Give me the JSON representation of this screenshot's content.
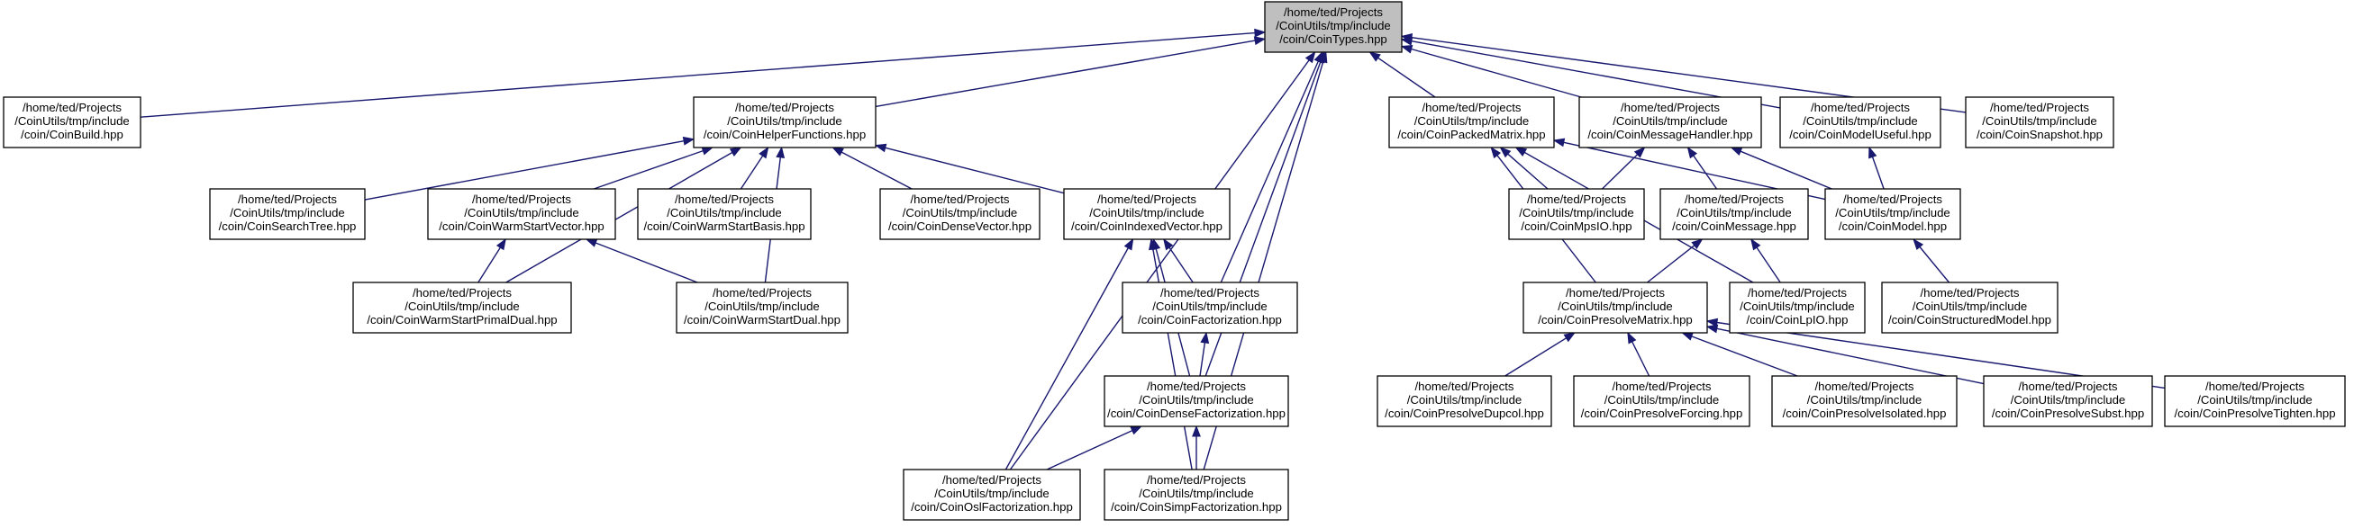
{
  "colors": {
    "edge": "#191970",
    "root_fill": "#bfbfbf",
    "node_fill": "#ffffff",
    "node_border": "#000000"
  },
  "nodes": {
    "CoinTypes": [
      "/home/ted/Projects",
      "/CoinUtils/tmp/include",
      "/coin/CoinTypes.hpp"
    ],
    "CoinBuild": [
      "/home/ted/Projects",
      "/CoinUtils/tmp/include",
      "/coin/CoinBuild.hpp"
    ],
    "CoinHelperFunctions": [
      "/home/ted/Projects",
      "/CoinUtils/tmp/include",
      "/coin/CoinHelperFunctions.hpp"
    ],
    "CoinPackedMatrix": [
      "/home/ted/Projects",
      "/CoinUtils/tmp/include",
      "/coin/CoinPackedMatrix.hpp"
    ],
    "CoinMessageHandler": [
      "/home/ted/Projects",
      "/CoinUtils/tmp/include",
      "/coin/CoinMessageHandler.hpp"
    ],
    "CoinModelUseful": [
      "/home/ted/Projects",
      "/CoinUtils/tmp/include",
      "/coin/CoinModelUseful.hpp"
    ],
    "CoinSnapshot": [
      "/home/ted/Projects",
      "/CoinUtils/tmp/include",
      "/coin/CoinSnapshot.hpp"
    ],
    "CoinSearchTree": [
      "/home/ted/Projects",
      "/CoinUtils/tmp/include",
      "/coin/CoinSearchTree.hpp"
    ],
    "CoinWarmStartVector": [
      "/home/ted/Projects",
      "/CoinUtils/tmp/include",
      "/coin/CoinWarmStartVector.hpp"
    ],
    "CoinWarmStartBasis": [
      "/home/ted/Projects",
      "/CoinUtils/tmp/include",
      "/coin/CoinWarmStartBasis.hpp"
    ],
    "CoinDenseVector": [
      "/home/ted/Projects",
      "/CoinUtils/tmp/include",
      "/coin/CoinDenseVector.hpp"
    ],
    "CoinIndexedVector": [
      "/home/ted/Projects",
      "/CoinUtils/tmp/include",
      "/coin/CoinIndexedVector.hpp"
    ],
    "CoinMpsIO": [
      "/home/ted/Projects",
      "/CoinUtils/tmp/include",
      "/coin/CoinMpsIO.hpp"
    ],
    "CoinMessage": [
      "/home/ted/Projects",
      "/CoinUtils/tmp/include",
      "/coin/CoinMessage.hpp"
    ],
    "CoinModel": [
      "/home/ted/Projects",
      "/CoinUtils/tmp/include",
      "/coin/CoinModel.hpp"
    ],
    "CoinWarmStartPrimalDual": [
      "/home/ted/Projects",
      "/CoinUtils/tmp/include",
      "/coin/CoinWarmStartPrimalDual.hpp"
    ],
    "CoinWarmStartDual": [
      "/home/ted/Projects",
      "/CoinUtils/tmp/include",
      "/coin/CoinWarmStartDual.hpp"
    ],
    "CoinFactorization": [
      "/home/ted/Projects",
      "/CoinUtils/tmp/include",
      "/coin/CoinFactorization.hpp"
    ],
    "CoinPresolveMatrix": [
      "/home/ted/Projects",
      "/CoinUtils/tmp/include",
      "/coin/CoinPresolveMatrix.hpp"
    ],
    "CoinLpIO": [
      "/home/ted/Projects",
      "/CoinUtils/tmp/include",
      "/coin/CoinLpIO.hpp"
    ],
    "CoinStructuredModel": [
      "/home/ted/Projects",
      "/CoinUtils/tmp/include",
      "/coin/CoinStructuredModel.hpp"
    ],
    "CoinDenseFactorization": [
      "/home/ted/Projects",
      "/CoinUtils/tmp/include",
      "/coin/CoinDenseFactorization.hpp"
    ],
    "CoinPresolveDupcol": [
      "/home/ted/Projects",
      "/CoinUtils/tmp/include",
      "/coin/CoinPresolveDupcol.hpp"
    ],
    "CoinPresolveForcing": [
      "/home/ted/Projects",
      "/CoinUtils/tmp/include",
      "/coin/CoinPresolveForcing.hpp"
    ],
    "CoinPresolveIsolated": [
      "/home/ted/Projects",
      "/CoinUtils/tmp/include",
      "/coin/CoinPresolveIsolated.hpp"
    ],
    "CoinPresolveSubst": [
      "/home/ted/Projects",
      "/CoinUtils/tmp/include",
      "/coin/CoinPresolveSubst.hpp"
    ],
    "CoinPresolveTighten": [
      "/home/ted/Projects",
      "/CoinUtils/tmp/include",
      "/coin/CoinPresolveTighten.hpp"
    ],
    "CoinOslFactorization": [
      "/home/ted/Projects",
      "/CoinUtils/tmp/include",
      "/coin/CoinOslFactorization.hpp"
    ],
    "CoinSimpFactorization": [
      "/home/ted/Projects",
      "/CoinUtils/tmp/include",
      "/coin/CoinSimpFactorization.hpp"
    ]
  },
  "edges": [
    [
      "CoinBuild",
      "CoinTypes"
    ],
    [
      "CoinHelperFunctions",
      "CoinTypes"
    ],
    [
      "CoinPackedMatrix",
      "CoinTypes"
    ],
    [
      "CoinMessageHandler",
      "CoinTypes"
    ],
    [
      "CoinModelUseful",
      "CoinTypes"
    ],
    [
      "CoinSnapshot",
      "CoinTypes"
    ],
    [
      "CoinFactorization",
      "CoinTypes"
    ],
    [
      "CoinDenseFactorization",
      "CoinTypes"
    ],
    [
      "CoinOslFactorization",
      "CoinTypes"
    ],
    [
      "CoinSimpFactorization",
      "CoinTypes"
    ],
    [
      "CoinSearchTree",
      "CoinHelperFunctions"
    ],
    [
      "CoinWarmStartVector",
      "CoinHelperFunctions"
    ],
    [
      "CoinWarmStartBasis",
      "CoinHelperFunctions"
    ],
    [
      "CoinDenseVector",
      "CoinHelperFunctions"
    ],
    [
      "CoinIndexedVector",
      "CoinHelperFunctions"
    ],
    [
      "CoinWarmStartPrimalDual",
      "CoinHelperFunctions"
    ],
    [
      "CoinWarmStartDual",
      "CoinHelperFunctions"
    ],
    [
      "CoinWarmStartPrimalDual",
      "CoinWarmStartVector"
    ],
    [
      "CoinWarmStartDual",
      "CoinWarmStartVector"
    ],
    [
      "CoinFactorization",
      "CoinIndexedVector"
    ],
    [
      "CoinDenseFactorization",
      "CoinIndexedVector"
    ],
    [
      "CoinOslFactorization",
      "CoinIndexedVector"
    ],
    [
      "CoinSimpFactorization",
      "CoinIndexedVector"
    ],
    [
      "CoinDenseFactorization",
      "CoinFactorization"
    ],
    [
      "CoinOslFactorization",
      "CoinDenseFactorization"
    ],
    [
      "CoinSimpFactorization",
      "CoinDenseFactorization"
    ],
    [
      "CoinMpsIO",
      "CoinPackedMatrix"
    ],
    [
      "CoinModel",
      "CoinPackedMatrix"
    ],
    [
      "CoinPresolveMatrix",
      "CoinPackedMatrix"
    ],
    [
      "CoinLpIO",
      "CoinPackedMatrix"
    ],
    [
      "CoinMpsIO",
      "CoinMessageHandler"
    ],
    [
      "CoinMessage",
      "CoinMessageHandler"
    ],
    [
      "CoinModel",
      "CoinMessageHandler"
    ],
    [
      "CoinModel",
      "CoinModelUseful"
    ],
    [
      "CoinPresolveMatrix",
      "CoinMessage"
    ],
    [
      "CoinLpIO",
      "CoinMessage"
    ],
    [
      "CoinStructuredModel",
      "CoinModel"
    ],
    [
      "CoinPresolveDupcol",
      "CoinPresolveMatrix"
    ],
    [
      "CoinPresolveForcing",
      "CoinPresolveMatrix"
    ],
    [
      "CoinPresolveIsolated",
      "CoinPresolveMatrix"
    ],
    [
      "CoinPresolveSubst",
      "CoinPresolveMatrix"
    ],
    [
      "CoinPresolveTighten",
      "CoinPresolveMatrix"
    ]
  ]
}
